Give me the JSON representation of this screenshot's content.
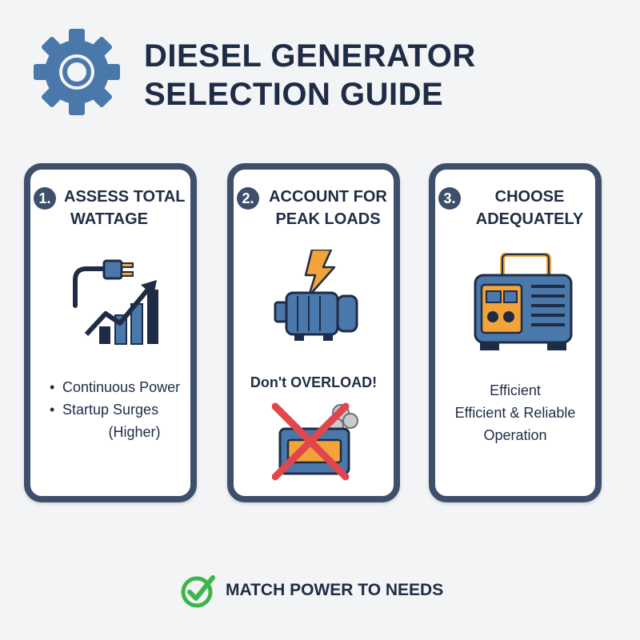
{
  "header": {
    "title_line1": "DIESEL GENERATOR",
    "title_line2": "SELECTION GUIDE",
    "icon": "gear-icon"
  },
  "colors": {
    "primary_dark": "#1f2c45",
    "card_border": "#3d4f6b",
    "icon_blue": "#4a78aa",
    "accent_orange": "#f2a33a",
    "warning_red": "#e0464b",
    "check_green": "#3db54a"
  },
  "steps": [
    {
      "number": "1.",
      "title_line1": "ASSESS TOTAL",
      "title_line2": "WATTAGE",
      "icon": "plug-growth-chart-icon",
      "bullets": [
        "Continuous Power",
        "Startup Surges",
        "(Higher)"
      ]
    },
    {
      "number": "2.",
      "title_line1": "ACCOUNT FOR",
      "title_line2": "PEAK LOADS",
      "icon": "motor-lightning-icon",
      "warning": "Don't OVERLOAD!",
      "warning_icon": "overloaded-generator-icon"
    },
    {
      "number": "3.",
      "title_line1": "CHOOSE",
      "title_line2": "ADEQUATELY",
      "icon": "generator-icon",
      "outcome_line1": "Efficient",
      "outcome_line2": "Efficient & Reliable",
      "outcome_line3": "Operation"
    }
  ],
  "footer": {
    "text": "MATCH POWER TO NEEDS",
    "icon": "checkmark-circle-icon"
  }
}
